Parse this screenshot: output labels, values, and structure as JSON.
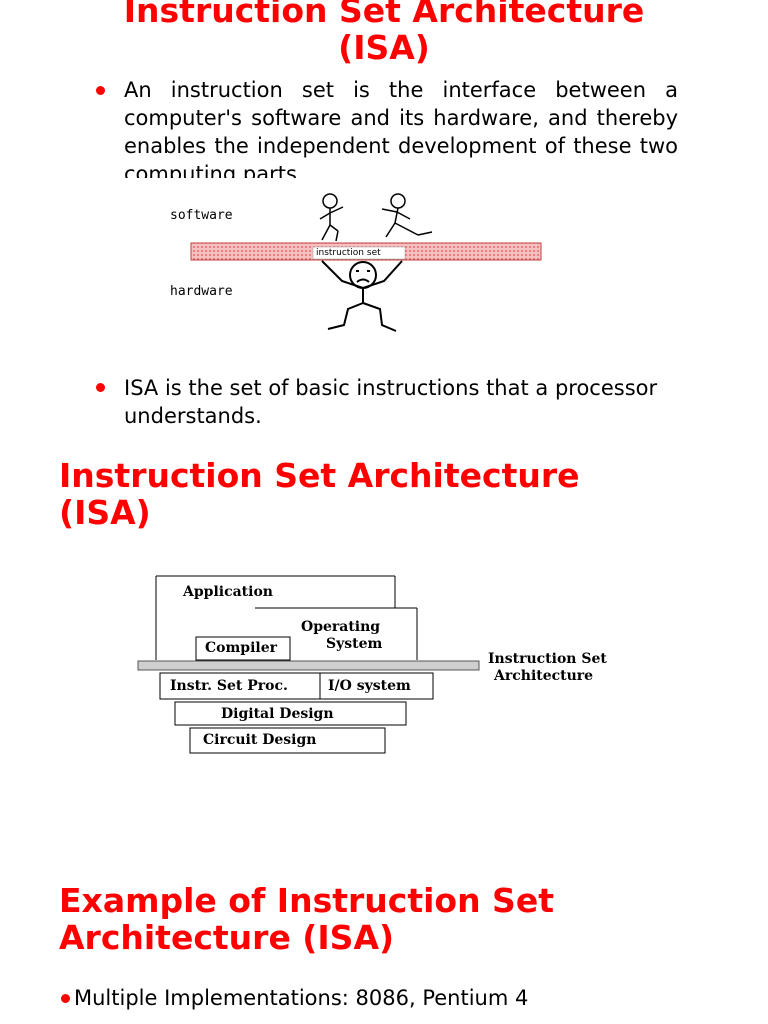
{
  "slide1": {
    "title_line1": "Instruction Set Architecture",
    "title_line2": "(ISA)",
    "bullet1": "An instruction set is the interface between a computer's software and its hardware, and thereby enables the independent development of these two computing parts.",
    "diagram": {
      "software_label": "software",
      "hardware_label": "hardware",
      "bar_label": "instruction set"
    },
    "bullet2": "ISA is the set of basic instructions that a processor understands."
  },
  "slide2": {
    "title_line1": "Instruction Set Architecture",
    "title_line2": "(ISA)",
    "diagram": {
      "application": "Application",
      "os_line1": "Operating",
      "os_line2": "System",
      "compiler": "Compiler",
      "isa_line1": "Instruction Set",
      "isa_line2": "Architecture",
      "instr_set_proc": "Instr. Set Proc.",
      "io_system": "I/O system",
      "digital_design": "Digital Design",
      "circuit_design": "Circuit Design"
    }
  },
  "slide3": {
    "title_line1": "Example of Instruction Set",
    "title_line2": "Architecture (ISA)",
    "bullet1": "Multiple Implementations: 8086, Pentium 4"
  },
  "colors": {
    "title": "#ff0000",
    "bullet": "#ff0000",
    "bar_fill": "#f4a6a6"
  }
}
